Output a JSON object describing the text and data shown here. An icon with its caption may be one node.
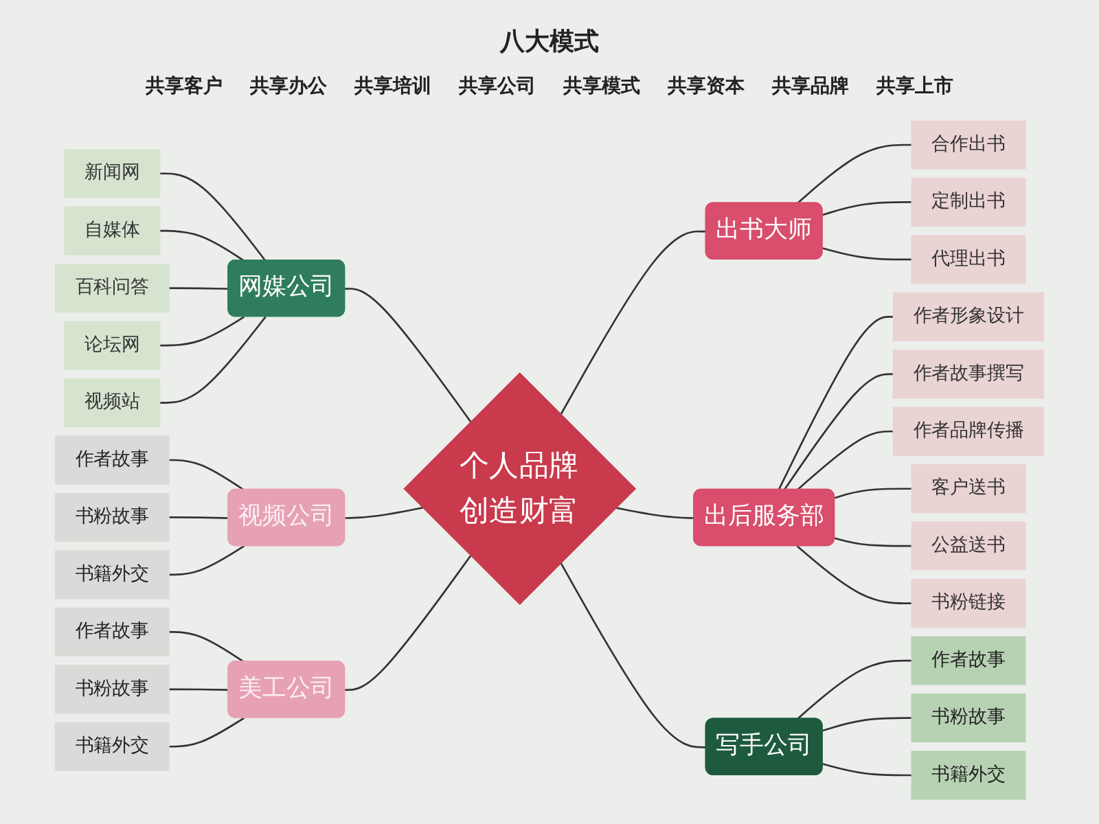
{
  "diagram": {
    "title": "八大模式",
    "nodes": [
      {
        "text": [
          "个人品牌创造财富"
        ]
      },
      {
        "text": [
          "网媒公司"
        ]
      },
      {
        "text": [
          "新闻网"
        ]
      },
      {
        "text": [
          "自媒体"
        ]
      },
      {
        "text": [
          "百科问答"
        ]
      },
      {
        "text": [
          "论坛网"
        ]
      },
      {
        "text": [
          "视频站"
        ]
      },
      {
        "text": [
          "视频公司"
        ]
      },
      {
        "text": [
          "作者故事"
        ]
      },
      {
        "text": [
          "书粉故事"
        ]
      },
      {
        "text": [
          "书籍外交"
        ]
      },
      {
        "text": [
          "美工公司"
        ]
      },
      {
        "text": [
          "作者故事"
        ]
      },
      {
        "text": [
          "书粉故事"
        ]
      },
      {
        "text": [
          "书籍外交"
        ]
      },
      {
        "text": [
          "出书大师"
        ]
      },
      {
        "text": [
          "合作出书"
        ]
      },
      {
        "text": [
          "定制出书"
        ]
      },
      {
        "text": [
          "代理出书"
        ]
      },
      {
        "text": [
          "出后服务部"
        ]
      },
      {
        "text": [
          "作者形象设计"
        ]
      },
      {
        "text": [
          "作者故事撰写"
        ]
      },
      {
        "text": [
          "作者品牌传播"
        ]
      },
      {
        "text": [
          "客户送书"
        ]
      },
      {
        "text": [
          "公益送书"
        ]
      },
      {
        "text": [
          "书粉链接"
        ]
      },
      {
        "text": [
          "写手公司"
        ]
      },
      {
        "text": [
          "作者故事"
        ]
      },
      {
        "text": [
          "书粉故事"
        ]
      },
      {
        "text": [
          "书籍外交"
        ]
      }
    ],
    "edges": [
      {
        "from": 2,
        "to": 1,
        "arrow": "none"
      },
      {
        "from": 3,
        "to": 1,
        "arrow": "none"
      },
      {
        "from": 4,
        "to": 1,
        "arrow": "none"
      },
      {
        "from": 5,
        "to": 1,
        "arrow": "none"
      },
      {
        "from": 6,
        "to": 1,
        "arrow": "none"
      },
      {
        "from": 1,
        "to": 0,
        "arrow": "none"
      },
      {
        "from": 8,
        "to": 7,
        "arrow": "none"
      },
      {
        "from": 9,
        "to": 7,
        "arrow": "none"
      },
      {
        "from": 10,
        "to": 7,
        "arrow": "none"
      },
      {
        "from": 7,
        "to": 0,
        "arrow": "none"
      },
      {
        "from": 12,
        "to": 11,
        "arrow": "none"
      },
      {
        "from": 13,
        "to": 11,
        "arrow": "none"
      },
      {
        "from": 14,
        "to": 11,
        "arrow": "none"
      },
      {
        "from": 11,
        "to": 0,
        "arrow": "none"
      },
      {
        "from": 0,
        "to": 15,
        "arrow": "none"
      },
      {
        "from": 15,
        "to": 16,
        "arrow": "none"
      },
      {
        "from": 15,
        "to": 17,
        "arrow": "none"
      },
      {
        "from": 15,
        "to": 18,
        "arrow": "none"
      },
      {
        "from": 0,
        "to": 19,
        "arrow": "none"
      },
      {
        "from": 19,
        "to": 20,
        "arrow": "none"
      },
      {
        "from": 19,
        "to": 21,
        "arrow": "none"
      },
      {
        "from": 19,
        "to": 22,
        "arrow": "none"
      },
      {
        "from": 19,
        "to": 23,
        "arrow": "none"
      },
      {
        "from": 19,
        "to": 24,
        "arrow": "none"
      },
      {
        "from": 19,
        "to": 25,
        "arrow": "none"
      },
      {
        "from": 0,
        "to": 26,
        "arrow": "none"
      },
      {
        "from": 26,
        "to": 27,
        "arrow": "none"
      },
      {
        "from": 26,
        "to": 28,
        "arrow": "none"
      },
      {
        "from": 26,
        "to": 29,
        "arrow": "none"
      }
    ],
    "labels": [
      "共享客户",
      "共享办公",
      "共享培训",
      "共享公司",
      "共享模式",
      "共享资本",
      "共享品牌",
      "共享上市"
    ]
  }
}
